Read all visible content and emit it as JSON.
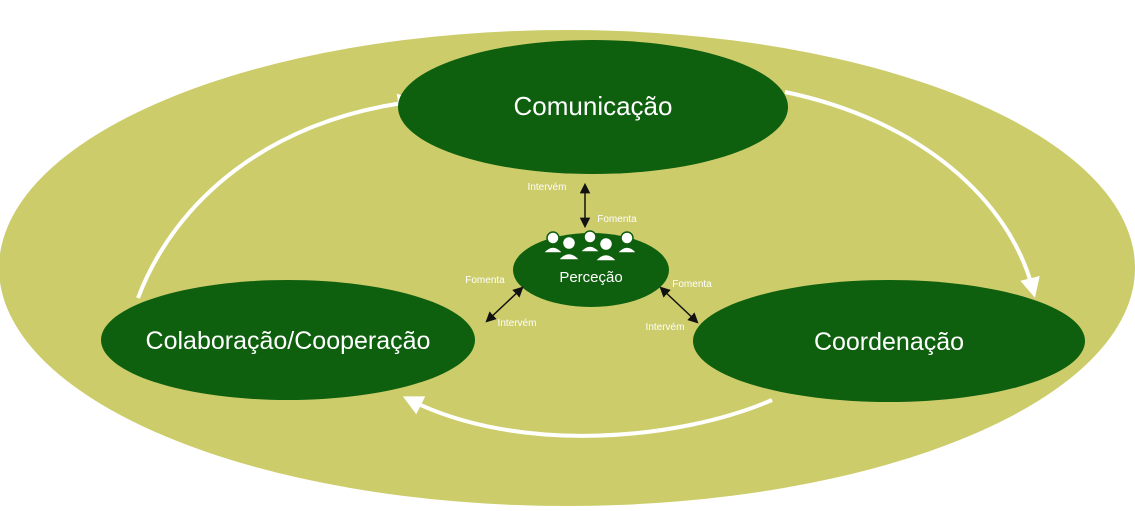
{
  "nodes": {
    "comunicacao": "Comunicação",
    "colaboracao": "Colaboração/Cooperação",
    "coordenacao": "Coordenação",
    "percecao": "Perceção"
  },
  "labels": {
    "top_intervem": "Intervém",
    "top_fomenta": "Fomenta",
    "left_fomenta": "Fomenta",
    "left_intervem": "Intervém",
    "right_fomenta": "Fomenta",
    "right_intervem": "Intervém"
  },
  "icons": {
    "people": "people-group-icon"
  },
  "colors": {
    "background_ellipse": "#cccc6b",
    "node_fill": "#0e5f0e",
    "node_text": "#ffffff",
    "cycle_arrows": "#ffffff",
    "connector_arrows": "#111111"
  }
}
